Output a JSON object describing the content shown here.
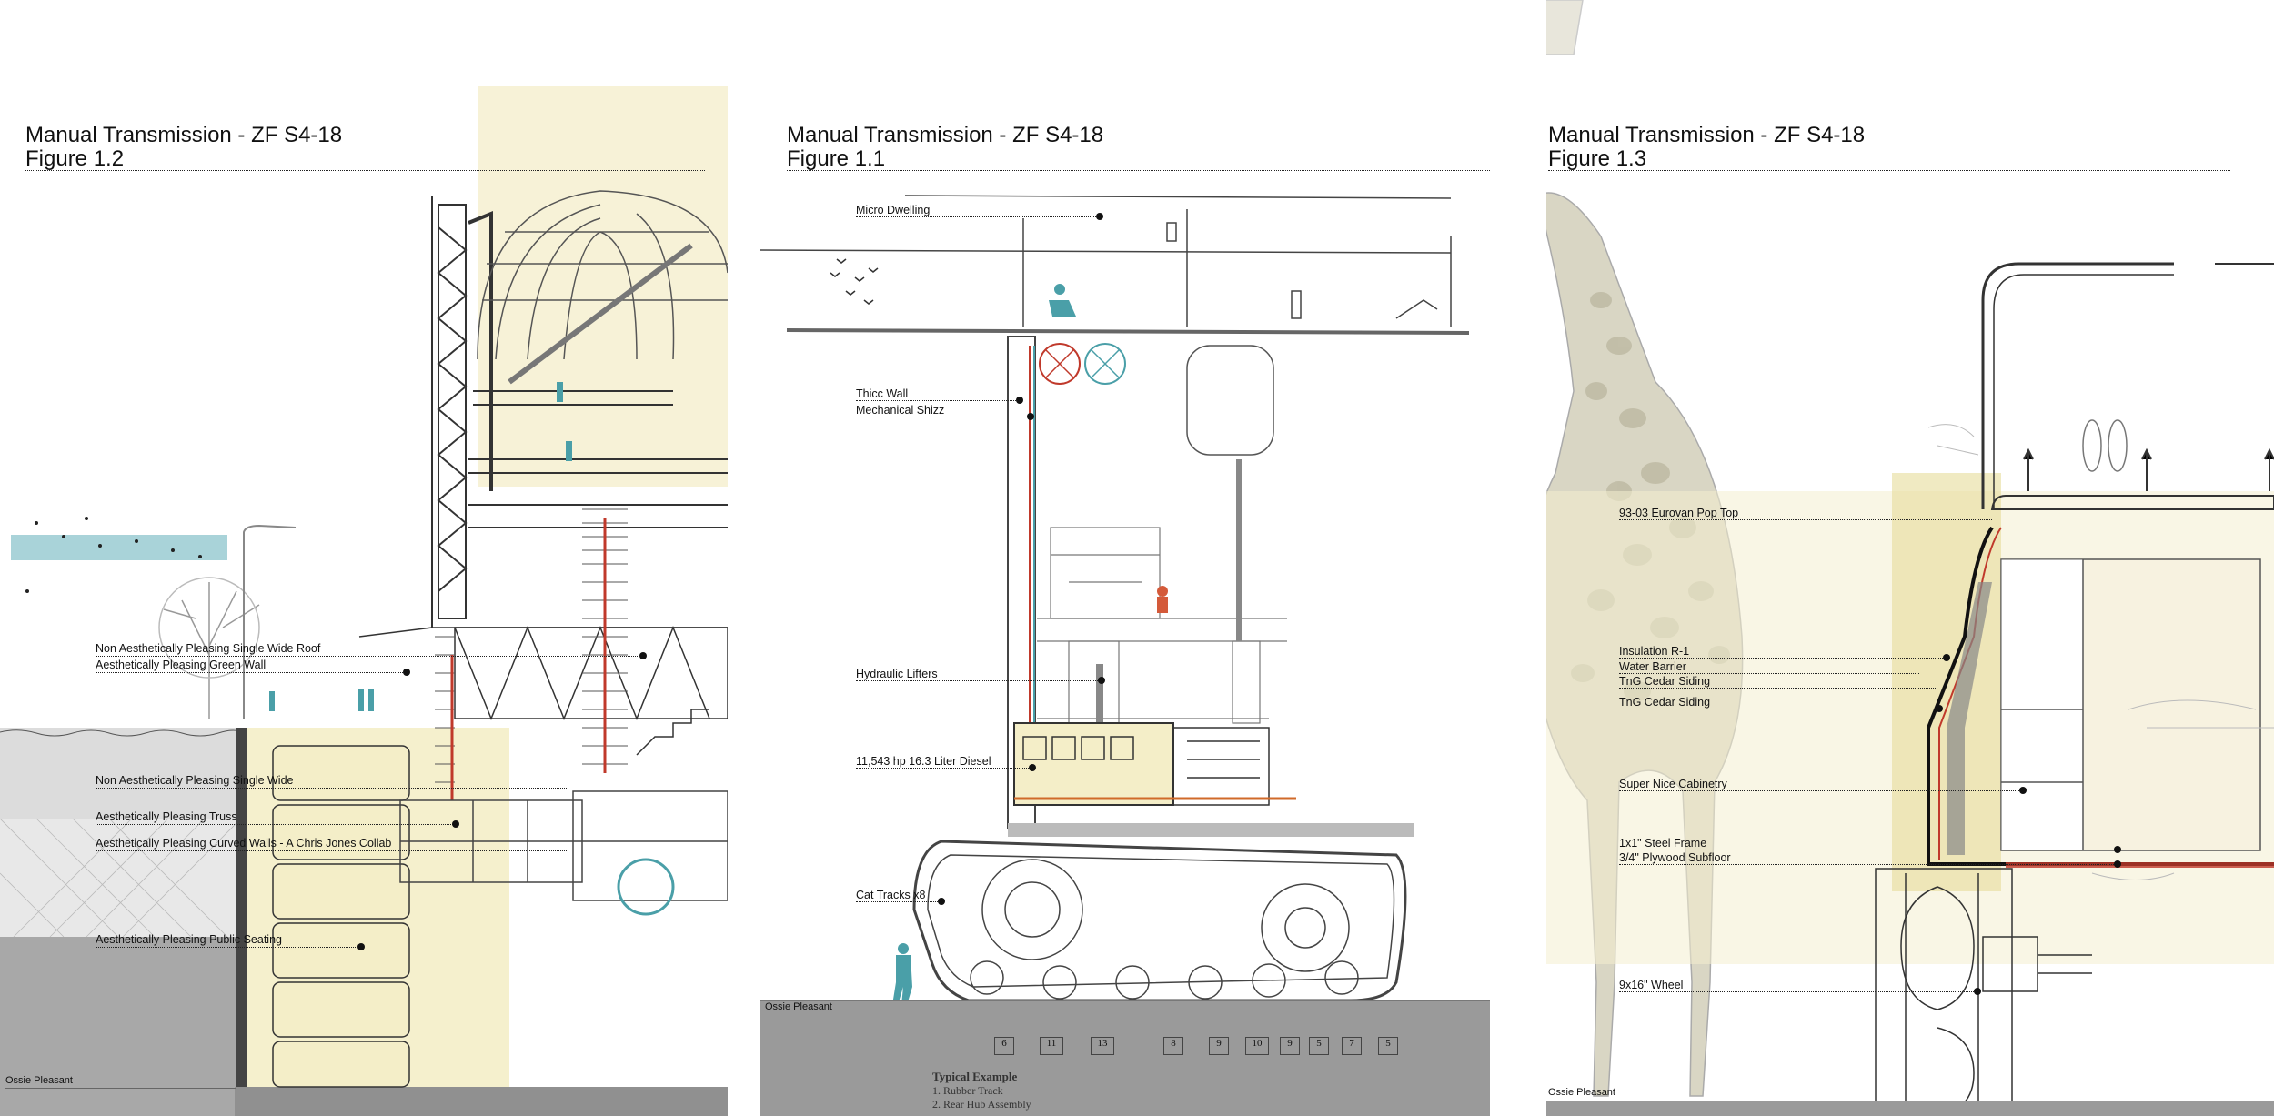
{
  "panels": [
    {
      "id": "left",
      "title_line1": "Manual Transmission - ZF S4-18",
      "title_line2": "Figure 1.2",
      "ground_label": "Ossie Pleasant",
      "labels": [
        "Non Aesthetically Pleasing Single Wide Roof",
        "Aesthetically Pleasing Green Wall",
        "Non Aesthetically Pleasing Single Wide",
        "Aesthetically Pleasing Truss",
        "Aesthetically Pleasing Curved Walls - A Chris Jones Collab",
        "Aesthetically Pleasing Public Seating"
      ]
    },
    {
      "id": "middle",
      "title_line1": "Manual Transmission - ZF S4-18",
      "title_line2": "Figure 1.1",
      "ground_label": "Ossie Pleasant",
      "labels": [
        "Micro Dwelling",
        "Thicc Wall",
        "Mechanical Shizz",
        "Hydraulic Lifters",
        "11,543 hp 16.3 Liter Diesel",
        "Cat Tracks x8"
      ],
      "track_callouts": [
        "6",
        "11",
        "13",
        "8",
        "9",
        "10",
        "9",
        "5",
        "7",
        "5"
      ],
      "typical_example": {
        "heading": "Typical Example",
        "items": [
          "1.   Rubber Track",
          "2.   Rear Hub Assembly"
        ]
      }
    },
    {
      "id": "right",
      "title_line1": "Manual Transmission - ZF S4-18",
      "title_line2": "Figure 1.3",
      "ground_label": "Ossie Pleasant",
      "labels": [
        "93-03 Eurovan Pop Top",
        "Insulation R-1",
        "Water Barrier",
        "TnG Cedar Siding",
        "TnG Cedar Siding",
        "Super Nice Cabinetry",
        "1x1\" Steel Frame",
        "3/4\" Plywood Subfloor",
        "9x16\" Wheel"
      ]
    }
  ],
  "colors": {
    "accent_red": "#c0392b",
    "accent_teal": "#4a9fa8",
    "paper_yellow": "#f4efcf",
    "ground_grey": "#9a9a9a"
  }
}
